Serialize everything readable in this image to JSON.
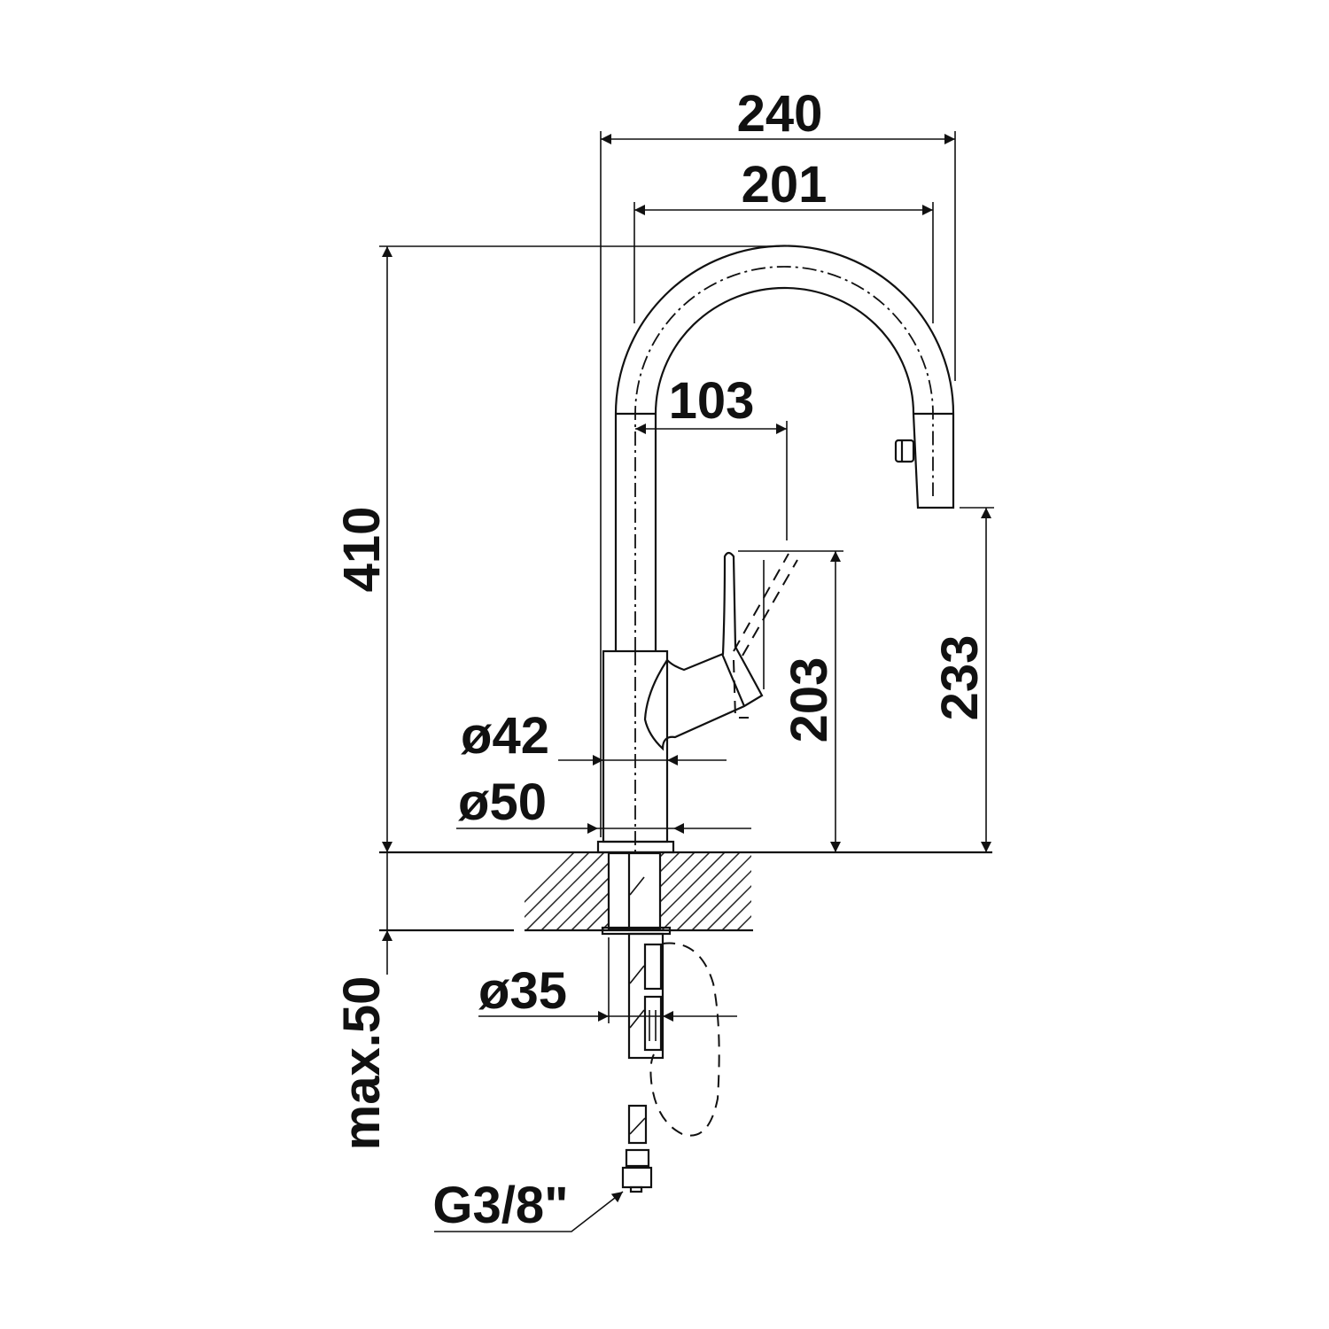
{
  "drawing": {
    "title": "Kitchen faucet dimension drawing",
    "dimensions": {
      "overall_reach": "240",
      "spout_reach": "201",
      "overall_height": "410",
      "handle_reach": "103",
      "handle_height": "203",
      "spout_outlet_height": "233",
      "body_diameter": "ø42",
      "base_diameter": "ø50",
      "mounting_hole": "ø35",
      "max_counter_thickness": "max.50",
      "connection_thread": "G3/8\""
    },
    "colors": {
      "line": "#111111",
      "background": "#ffffff"
    }
  }
}
